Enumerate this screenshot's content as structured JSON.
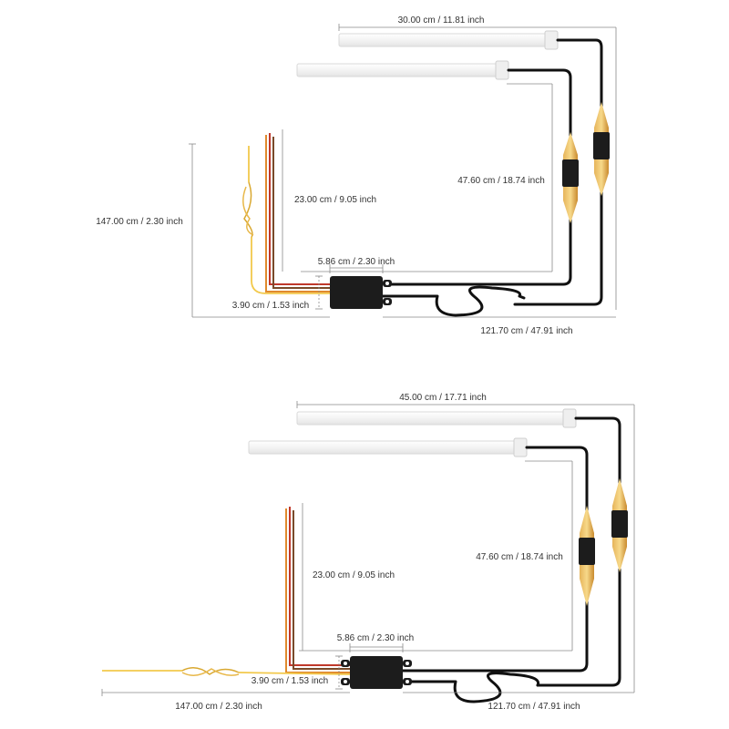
{
  "diagram1": {
    "labels": {
      "long_strip": "30.00 cm / 11.81 inch",
      "connector_wire": "47.60 cm / 18.74 inch",
      "input_wire": "23.00 cm / 9.05 inch",
      "yellow_wire": "147.00 cm / 2.30 inch",
      "box_width": "5.86 cm / 2.30 inch",
      "box_height": "3.90 cm / 1.53 inch",
      "main_cable": "121.70 cm / 47.91 inch"
    }
  },
  "diagram2": {
    "labels": {
      "long_strip": "45.00 cm / 17.71 inch",
      "connector_wire": "47.60 cm / 18.74 inch",
      "input_wire": "23.00 cm / 9.05 inch",
      "yellow_wire": "147.00 cm / 2.30 inch",
      "box_width": "5.86 cm / 2.30 inch",
      "box_height": "3.90 cm / 1.53 inch",
      "main_cable": "121.70 cm / 47.91 inch"
    }
  },
  "colors": {
    "black_wire": "#111111",
    "yellow_wire": "#f2c94c",
    "red_wire": "#c0392b",
    "brown_wire": "#7a4a2a",
    "orange_wire": "#e08a2e",
    "dimension_line": "#8a8a8a",
    "led_tube": "#f4f4f4"
  }
}
